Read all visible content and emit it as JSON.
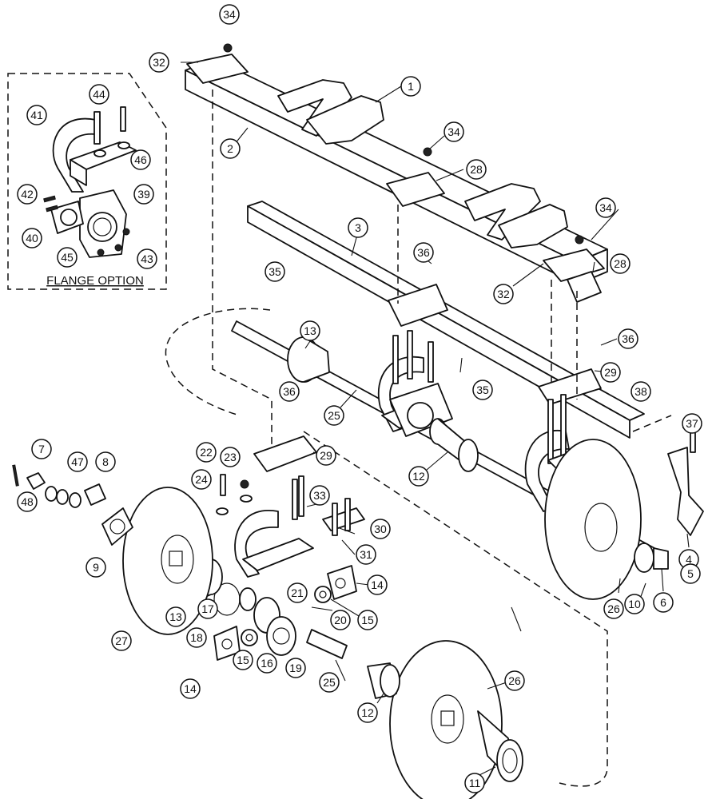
{
  "diagram": {
    "inset_title": "FLANGE OPTION",
    "colors": {
      "ink": "#111111",
      "paper": "#ffffff"
    },
    "callouts": [
      "34",
      "32",
      "1",
      "2",
      "34",
      "28",
      "41",
      "44",
      "46",
      "42",
      "39",
      "40",
      "45",
      "43",
      "3",
      "34",
      "36",
      "35",
      "32",
      "28",
      "13",
      "36",
      "36",
      "29",
      "35",
      "25",
      "38",
      "37",
      "12",
      "7",
      "47",
      "8",
      "48",
      "22",
      "23",
      "24",
      "29",
      "33",
      "30",
      "31",
      "9",
      "27",
      "13",
      "17",
      "18",
      "21",
      "14",
      "15",
      "20",
      "15",
      "16",
      "19",
      "14",
      "25",
      "26",
      "10",
      "6",
      "4",
      "5",
      "26",
      "12",
      "11"
    ]
  }
}
